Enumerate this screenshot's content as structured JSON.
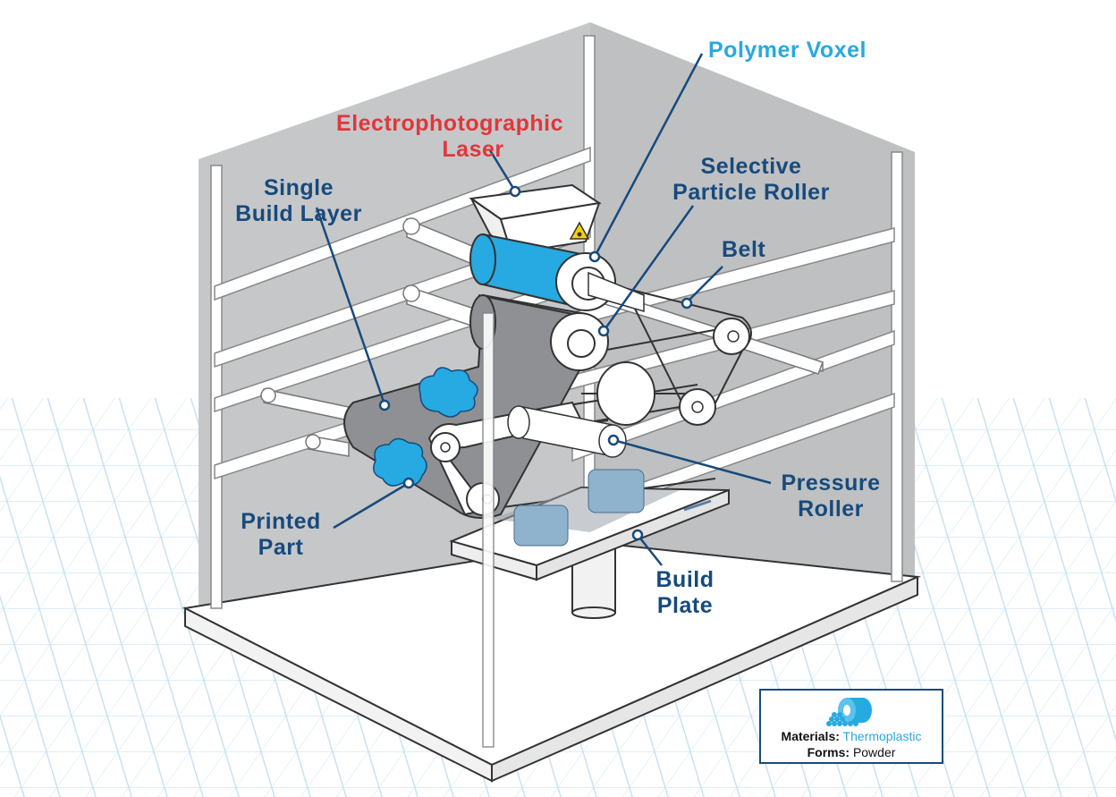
{
  "diagram": {
    "labels": {
      "polymer_voxel": "Polymer Voxel",
      "laser_line1": "Electrophotographic",
      "laser_line2": "Laser",
      "selective_line1": "Selective",
      "selective_line2": "Particle Roller",
      "single_line1": "Single",
      "single_line2": "Build Layer",
      "belt": "Belt",
      "pressure_line1": "Pressure",
      "pressure_line2": "Roller",
      "printed_line1": "Printed",
      "printed_line2": "Part",
      "build_line1": "Build",
      "build_line2": "Plate"
    },
    "legend": {
      "materials_key": "Materials:",
      "materials_value": "Thermoplastic",
      "forms_key": "Forms:",
      "forms_value": "Powder",
      "icon": "filament-spool-powder-icon"
    },
    "colors": {
      "label_blue": "#174a7c",
      "laser_red": "#e0373b",
      "accent_cyan": "#27a9e1",
      "enclosure_gray": "#c6c7c9",
      "belt_gray": "#8e9093"
    }
  }
}
